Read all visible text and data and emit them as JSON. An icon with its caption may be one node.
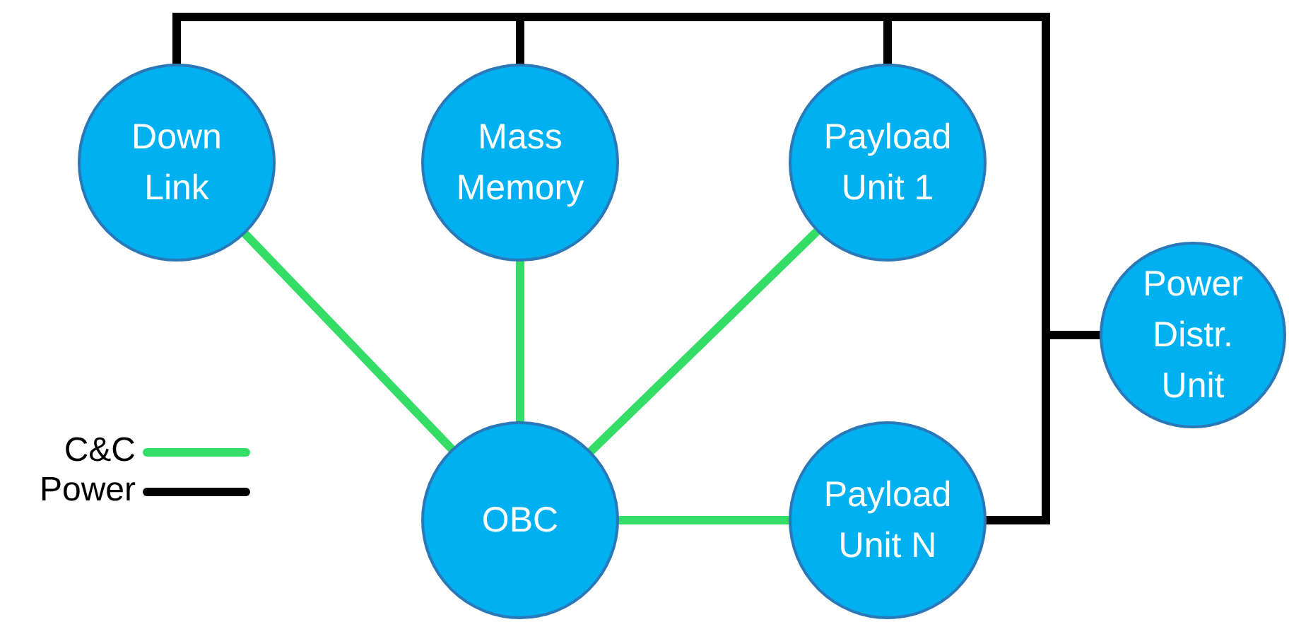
{
  "diagram": {
    "nodes": [
      {
        "text": [
          "Down Link"
        ]
      },
      {
        "text": [
          "Mass Memory"
        ]
      },
      {
        "text": [
          "Payload Unit 1"
        ]
      },
      {
        "text": [
          "Power Distr. Unit"
        ]
      },
      {
        "text": [
          "OBC"
        ]
      },
      {
        "text": [
          "Payload Unit N"
        ]
      }
    ],
    "edges": [
      {
        "from": 4,
        "to": 0,
        "arrow": "none",
        "color": "#33dd66"
      },
      {
        "from": 4,
        "to": 1,
        "arrow": "none",
        "color": "#33dd66"
      },
      {
        "from": 4,
        "to": 2,
        "arrow": "none",
        "color": "#33dd66"
      },
      {
        "from": 4,
        "to": 5,
        "arrow": "none",
        "color": "#33dd66"
      },
      {
        "from": 3,
        "to": 0,
        "arrow": "none",
        "color": "#000000"
      },
      {
        "from": 3,
        "to": 1,
        "arrow": "none",
        "color": "#000000"
      },
      {
        "from": 3,
        "to": 2,
        "arrow": "none",
        "color": "#000000"
      },
      {
        "from": 3,
        "to": 5,
        "arrow": "none",
        "color": "#000000"
      }
    ],
    "legend": [
      {
        "text": "C&C"
      },
      {
        "text": "Power"
      }
    ]
  }
}
